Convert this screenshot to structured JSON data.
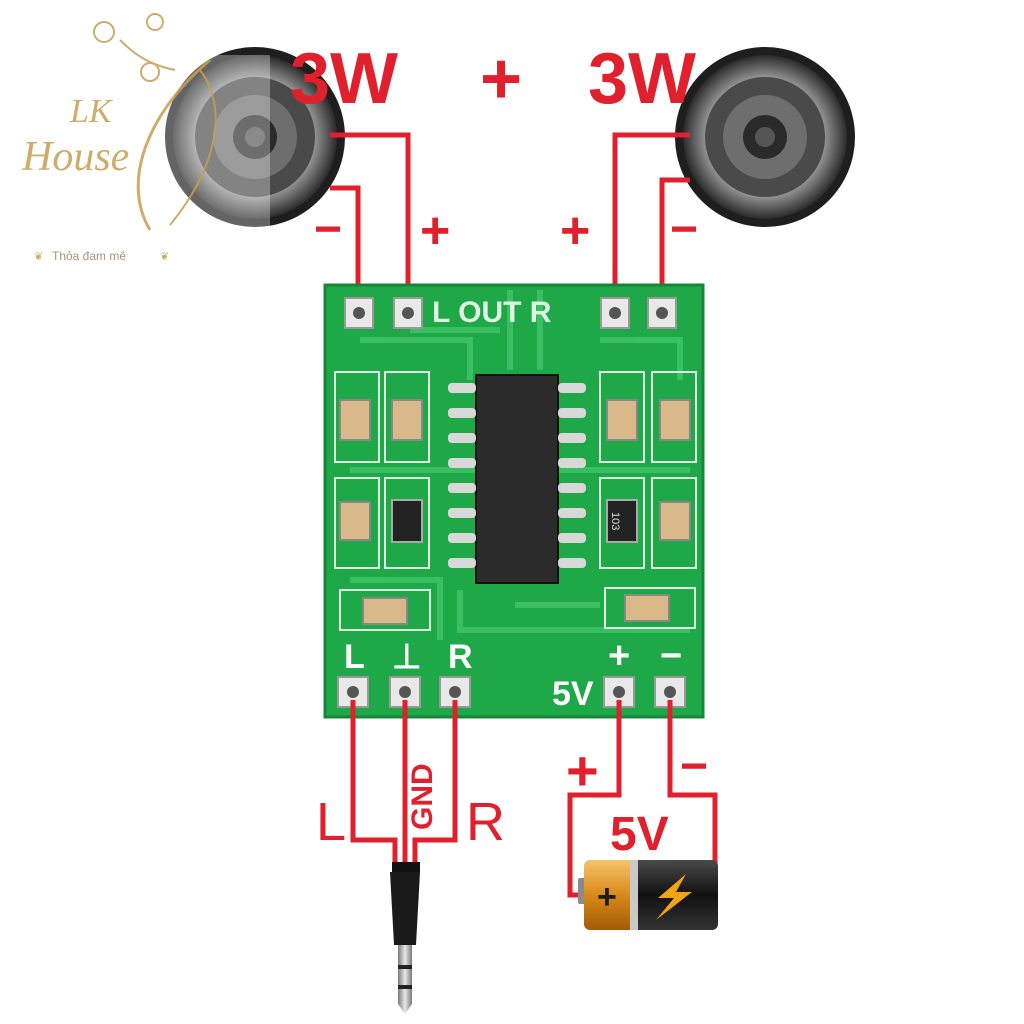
{
  "watermark": {
    "brand_initials": "LK",
    "brand_name": "House",
    "tagline": "Thỏa đam mê"
  },
  "power_rating": {
    "left": "3W",
    "plus": "+",
    "right": "3W"
  },
  "speaker_left": {
    "minus": "−",
    "plus": "+"
  },
  "speaker_right": {
    "plus": "+",
    "minus": "−"
  },
  "board": {
    "silk_output": "L OUT R",
    "silk_left": "L",
    "silk_gnd": "⊥",
    "silk_right": "R",
    "silk_5v": "5V",
    "silk_plus": "+",
    "silk_minus": "−",
    "resistor_code": "103"
  },
  "audio_input": {
    "left": "L",
    "gnd": "GND",
    "right": "R"
  },
  "power_supply": {
    "plus": "+",
    "minus": "−",
    "voltage": "5V",
    "battery_plus": "+"
  },
  "colors": {
    "wire": "#e0202c",
    "pcb": "#1fa847",
    "chip": "#2b2b2b"
  }
}
